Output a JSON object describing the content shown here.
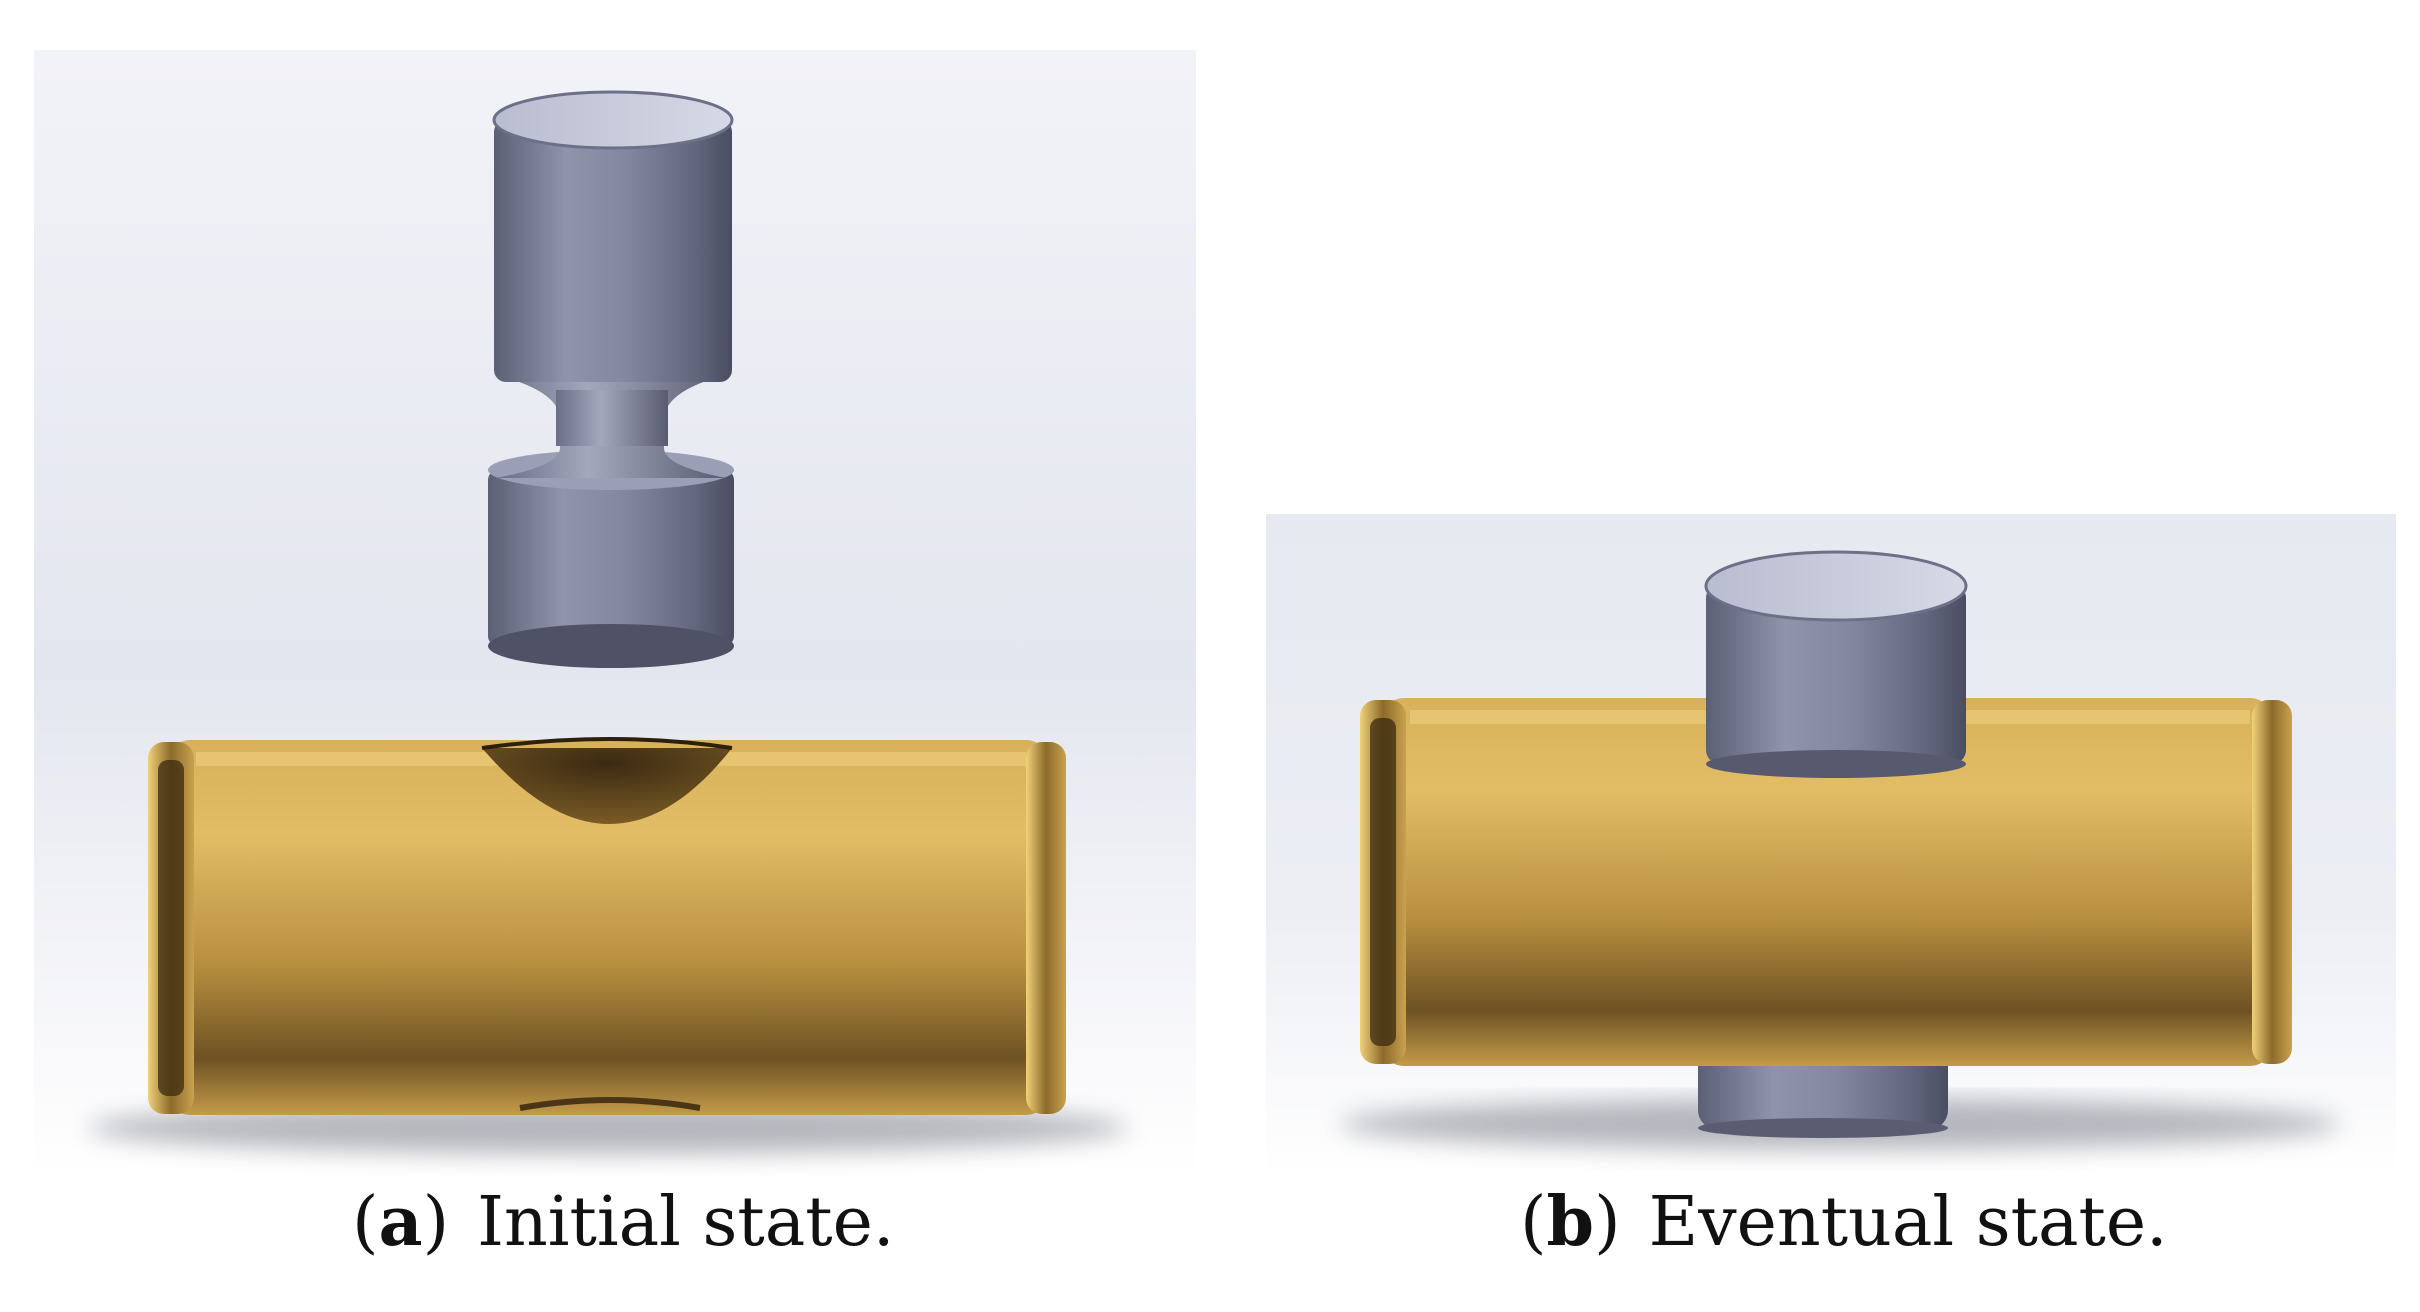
{
  "panels": [
    {
      "id": "a",
      "letter": "a",
      "caption": "Initial state."
    },
    {
      "id": "b",
      "letter": "b",
      "caption": "Eventual state."
    }
  ],
  "colors": {
    "background_panel": "#e9ebf3",
    "brass": "#c9a24f",
    "brass_dark": "#6b4f1f",
    "steel": "#8a8fa6",
    "steel_dark": "#4a4d60",
    "steel_light": "#c7cbdc"
  }
}
